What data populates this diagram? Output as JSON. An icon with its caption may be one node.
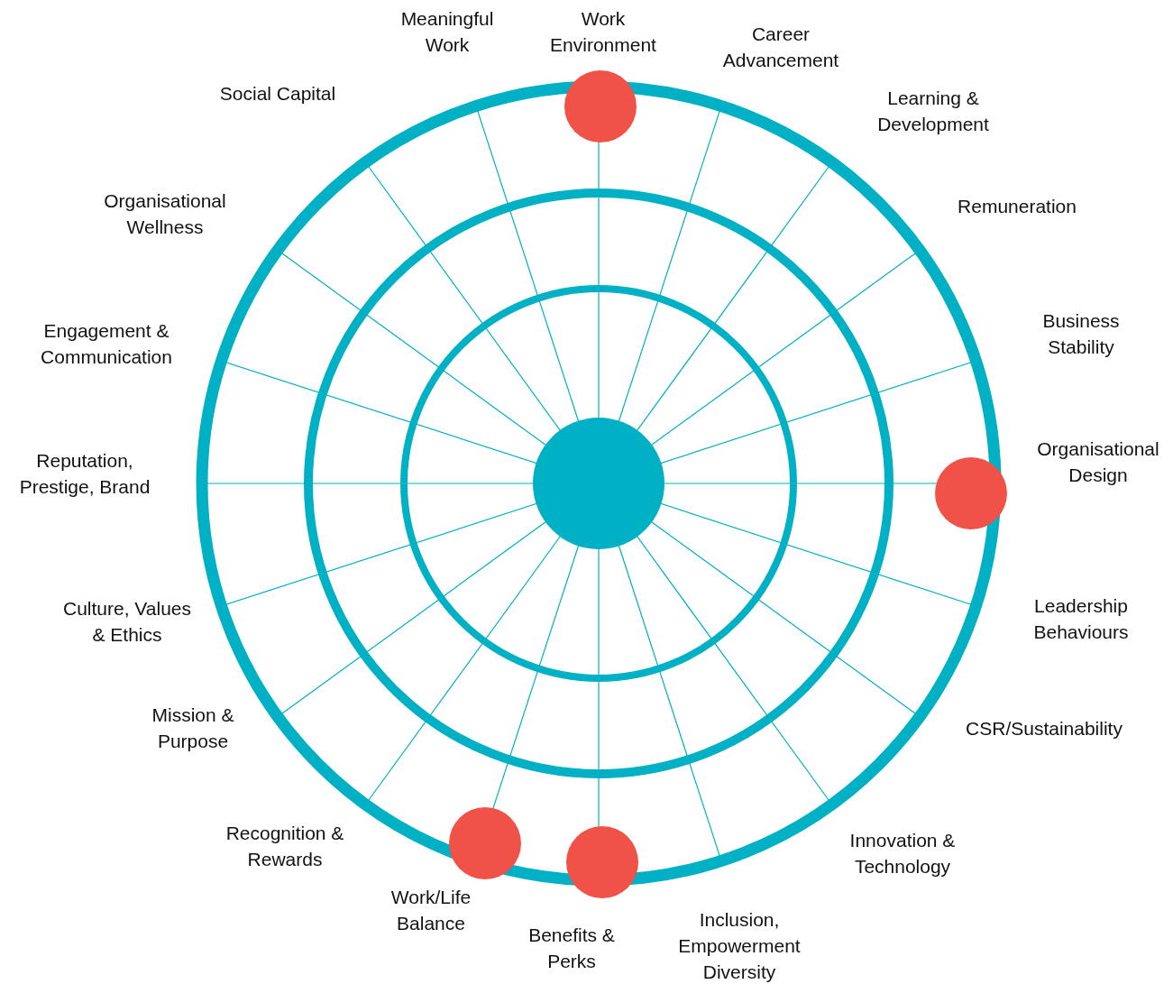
{
  "diagram": {
    "labels": [
      "Meaningful Work",
      "Work Environment",
      "Career Advancement",
      "Learning & Development",
      "Remuneration",
      "Business Stability",
      "Organisational Design",
      "Leadership Behaviours",
      "CSR/Sustainability",
      "Innovation & Technology",
      "Inclusion, Empowerment Diversity",
      "Benefits & Perks",
      "Work/Life Balance",
      "Recognition & Rewards",
      "Mission & Purpose",
      "Culture, Values & Ethics",
      "Reputation, Prestige, Brand",
      "Engagement & Communication",
      "Organisational Wellness",
      "Social Capital"
    ]
  }
}
